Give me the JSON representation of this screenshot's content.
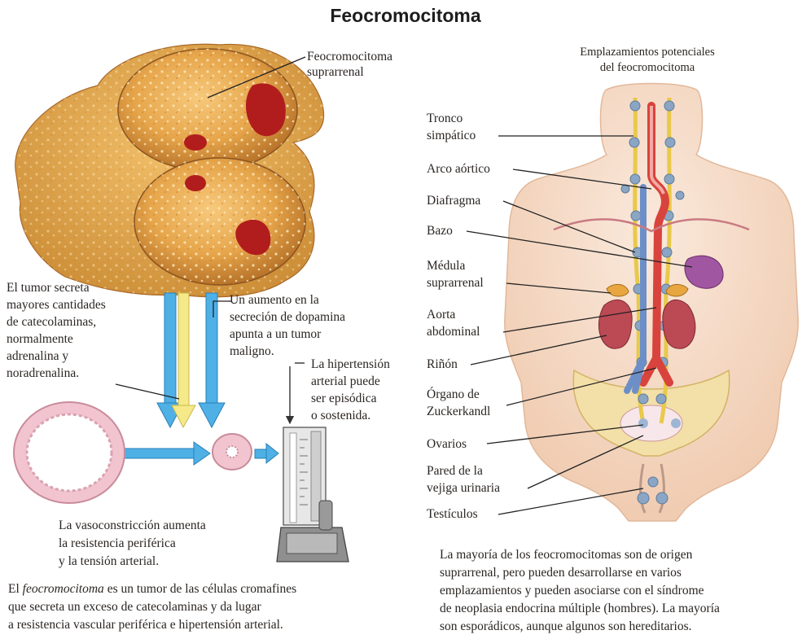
{
  "title": "Feocromocitoma",
  "sites_heading": [
    "Emplazamientos potenciales",
    "del feocromocitoma"
  ],
  "adrenal_label": [
    "Feocromocitoma",
    "suprarrenal"
  ],
  "secretion_note": [
    "El tumor secreta",
    "mayores cantidades",
    "de catecolaminas,",
    "normalmente",
    "adrenalina y",
    "noradrenalina."
  ],
  "dopamine_note": [
    "Un aumento en la",
    "secreción de dopamina",
    "apunta a un tumor",
    "maligno."
  ],
  "hypertension_note": [
    "La hipertensión",
    "arterial puede",
    "ser episódica",
    "o sostenida."
  ],
  "vaso_note": [
    "La vasoconstricción aumenta",
    "la resistencia periférica",
    "y la tensión arterial."
  ],
  "definition": {
    "term": "feocromocitoma",
    "line1_prefix": "El ",
    "line1_suffix": " es un tumor de las células cromafines",
    "line2": "que secreta un exceso de catecolaminas y da lugar",
    "line3": "a resistencia vascular periférica e hipertensión arterial."
  },
  "sites": [
    {
      "lines": [
        "Tronco",
        "simpático"
      ]
    },
    {
      "lines": [
        "Arco aórtico"
      ]
    },
    {
      "lines": [
        "Diafragma"
      ]
    },
    {
      "lines": [
        "Bazo"
      ]
    },
    {
      "lines": [
        "Médula",
        "suprarrenal"
      ]
    },
    {
      "lines": [
        "Aorta",
        "abdominal"
      ]
    },
    {
      "lines": [
        "Riñón"
      ]
    },
    {
      "lines": [
        "Órgano de",
        "Zuckerkandl"
      ]
    },
    {
      "lines": [
        "Ovarios"
      ]
    },
    {
      "lines": [
        "Pared de la",
        "vejiga urinaria"
      ]
    },
    {
      "lines": [
        "Testículos"
      ]
    }
  ],
  "summary": [
    "La mayoría de los feocromocitomas son de origen",
    "suprarrenal, pero pueden desarrollarse en varios",
    "emplazamientos y pueden asociarse con el síndrome",
    "de neoplasia endocrina múltiple (hombres). La mayoría",
    "son esporádicos, aunque algunos son hereditarios."
  ],
  "colors": {
    "arrow_blue": "#4fb0e6",
    "arrow_yellow": "#f5e98a",
    "tumor_orange": "#e6a54a",
    "hemorrhage_red": "#b11d1d",
    "vessel_pink": "#f2c4cf",
    "body_skin": "#f6dcc8"
  }
}
